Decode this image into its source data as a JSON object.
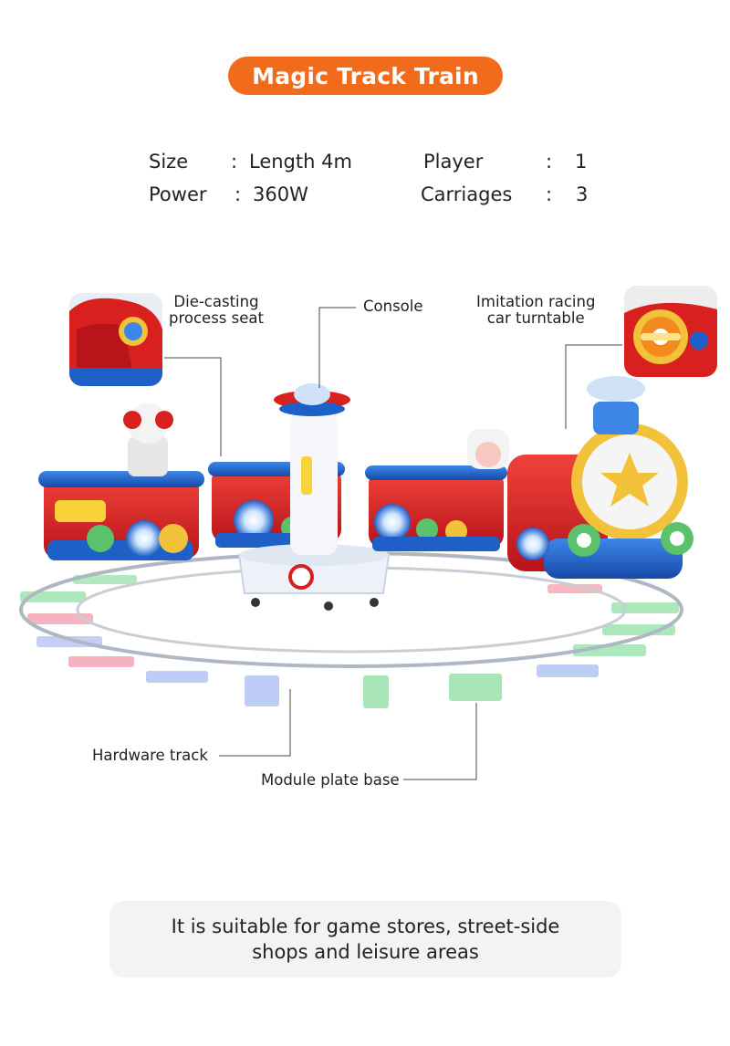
{
  "title": "Magic Track Train",
  "specs": {
    "size_label": "Size",
    "size_value": "Length 4m",
    "power_label": "Power",
    "power_value": "360W",
    "player_label": "Player",
    "player_value": "1",
    "carriages_label": "Carriages",
    "carriages_value": "3",
    "separator": ":"
  },
  "callouts": {
    "seat_line1": "Die-casting",
    "seat_line2": "process seat",
    "console": "Console",
    "turntable_line1": "Imitation racing",
    "turntable_line2": "car turntable",
    "track": "Hardware track",
    "base": "Module plate base"
  },
  "footer": {
    "line1": "It is suitable for game stores, street-side",
    "line2": "shops and leisure areas"
  },
  "colors": {
    "brand_orange": "#f26b1d",
    "train_red": "#d8201f",
    "train_blue": "#1f5fc8",
    "track_silver": "#b9c2cc"
  }
}
